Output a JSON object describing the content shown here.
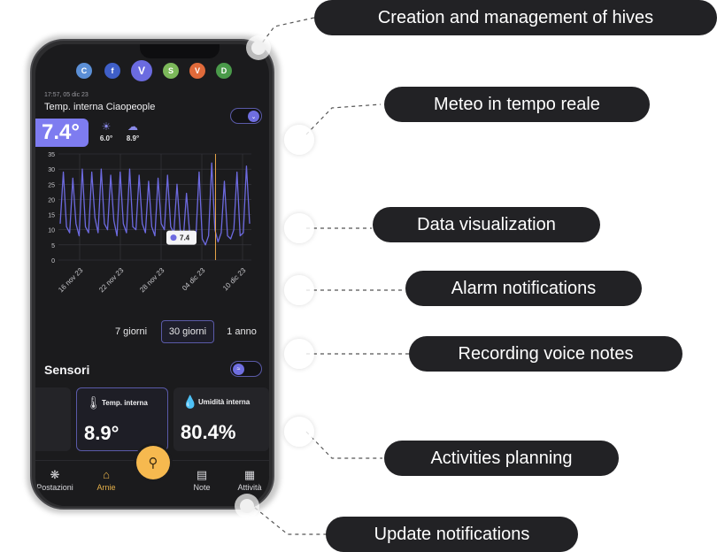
{
  "hives": [
    {
      "letter": "C",
      "color": "#5b8fd6"
    },
    {
      "letter": "f",
      "color": "#3f5fc8"
    },
    {
      "letter": "V",
      "color": "#6b6be0"
    },
    {
      "letter": "S",
      "color": "#7cb85a"
    },
    {
      "letter": "V",
      "color": "#e06a3a"
    },
    {
      "letter": "D",
      "color": "#4a9a4a"
    }
  ],
  "header": {
    "timestamp": "17:57, 05 dic 23",
    "sensor_title": "Temp. interna Ciaopeople",
    "current_temp": "7.4°",
    "weather": [
      {
        "icon": "sun-cloud-icon",
        "value": "6.0°"
      },
      {
        "icon": "moon-cloud-icon",
        "value": "8.9°"
      }
    ]
  },
  "chart_data": {
    "type": "line",
    "yticks": [
      "35",
      "30",
      "25",
      "20",
      "15",
      "10",
      "5",
      "0"
    ],
    "ylim": [
      0,
      35
    ],
    "xticks": [
      "16 nov 23",
      "22 nov 23",
      "28 nov 23",
      "04 dic 23",
      "10 dic 23"
    ],
    "tooltip": "7.4",
    "series_color": "#6d6ae0",
    "marker_color": "#e8a54a",
    "values": [
      12,
      29,
      11,
      9,
      27,
      12,
      8,
      30,
      11,
      9,
      29,
      14,
      9,
      30,
      12,
      10,
      28,
      13,
      8,
      29,
      12,
      9,
      30,
      11,
      10,
      28,
      12,
      9,
      26,
      11,
      8,
      27,
      12,
      10,
      28,
      11,
      9,
      25,
      10,
      7,
      22,
      9,
      6,
      8,
      29,
      7,
      5,
      8,
      32,
      10,
      6,
      9,
      26,
      8,
      7,
      10,
      29,
      8,
      9,
      31,
      12
    ],
    "grid": true
  },
  "ranges": [
    {
      "label": "7 giorni",
      "active": false
    },
    {
      "label": "30 giorni",
      "active": true
    },
    {
      "label": "1 anno",
      "active": false
    }
  ],
  "sensori": {
    "title": "Sensori",
    "cards": [
      {
        "label": "Temp. interna",
        "value": "8.9°",
        "icon": "thermometer-icon"
      },
      {
        "label": "Umidità interna",
        "value": "80.4%",
        "icon": "droplet-icon"
      }
    ]
  },
  "nav": {
    "items": [
      {
        "label": "Postazioni",
        "icon": "bee-icon"
      },
      {
        "label": "Arnie",
        "icon": "hive-icon"
      },
      {
        "label": "Note",
        "icon": "note-icon"
      },
      {
        "label": "Attività",
        "icon": "calendar-icon"
      }
    ]
  },
  "callouts": [
    "Creation and management of hives",
    "Meteo in tempo reale",
    "Data visualization",
    "Alarm notifications",
    "Recording voice notes",
    "Activities planning",
    "Update notifications"
  ]
}
